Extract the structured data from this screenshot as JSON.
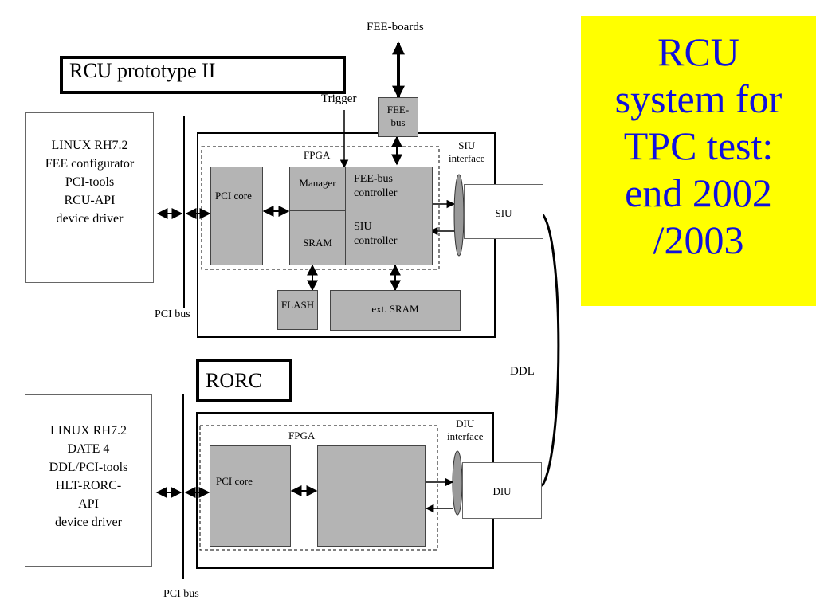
{
  "top": {
    "fee_boards": "FEE-boards",
    "trigger": "Trigger"
  },
  "rcu": {
    "title": "RCU prototype II",
    "host_lines": [
      "LINUX RH7.2",
      "FEE configurator",
      "PCI-tools",
      "RCU-API",
      "device driver"
    ],
    "pci_bus": "PCI bus",
    "fpga": "FPGA",
    "pci_core": "PCI core",
    "manager": "Manager",
    "sram": "SRAM",
    "fee_bus_controller": [
      "FEE-bus",
      "controller"
    ],
    "siu_controller": [
      "SIU",
      "controller"
    ],
    "fee_bus": [
      "FEE-",
      "bus"
    ],
    "siu_interface": [
      "SIU",
      "interface"
    ],
    "siu": "SIU",
    "flash": "FLASH",
    "ext_sram": "ext. SRAM"
  },
  "ddl": "DDL",
  "rorc": {
    "title": "RORC",
    "host_lines": [
      "LINUX RH7.2",
      "DATE 4",
      "DDL/PCI-tools",
      "HLT-RORC-",
      "API",
      "device driver"
    ],
    "pci_bus": "PCI bus",
    "fpga": "FPGA",
    "pci_core": "PCI core",
    "diu_interface": [
      "DIU",
      "interface"
    ],
    "diu": "DIU"
  },
  "headline": {
    "lines": [
      "RCU",
      "system for",
      "TPC test:",
      "end 2002",
      "/2003"
    ],
    "color": "#1111dd",
    "background": "#ffff00"
  }
}
